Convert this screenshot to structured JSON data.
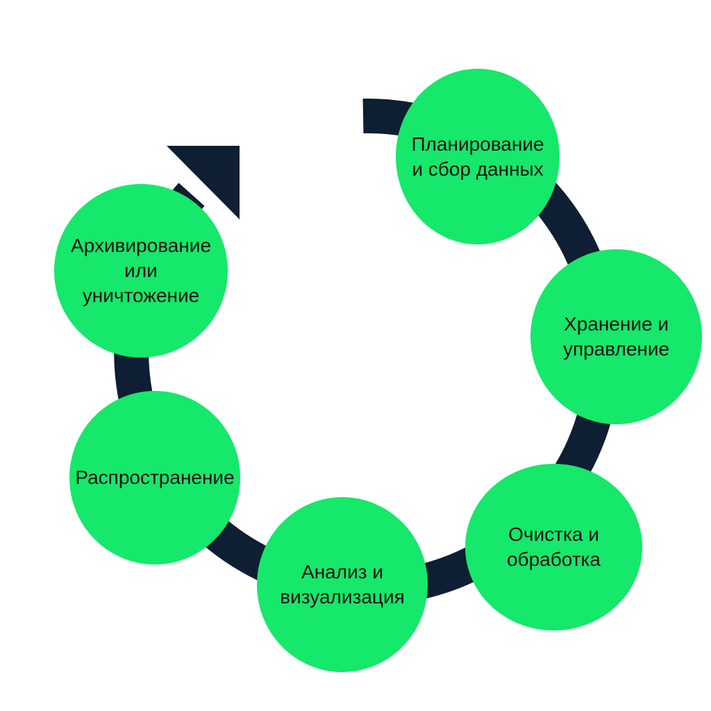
{
  "colors": {
    "circle_fill": "#15e86a",
    "arrow": "#0e1e33",
    "text": "#111111",
    "background": "#ffffff"
  },
  "stages": [
    {
      "id": "planning",
      "label": "Планирование\nи сбор данных"
    },
    {
      "id": "storage",
      "label": "Хранение и\nуправление"
    },
    {
      "id": "cleaning",
      "label": "Очистка и\nобработка"
    },
    {
      "id": "analysis",
      "label": "Анализ и\nвизуализация"
    },
    {
      "id": "sharing",
      "label": "Распространение"
    },
    {
      "id": "archiving",
      "label": "Архивирование\nили\nуничтожение"
    }
  ],
  "cycle_arrow": {
    "icon": "cycle-arrow-icon",
    "head_icon": "arrowhead-icon"
  }
}
